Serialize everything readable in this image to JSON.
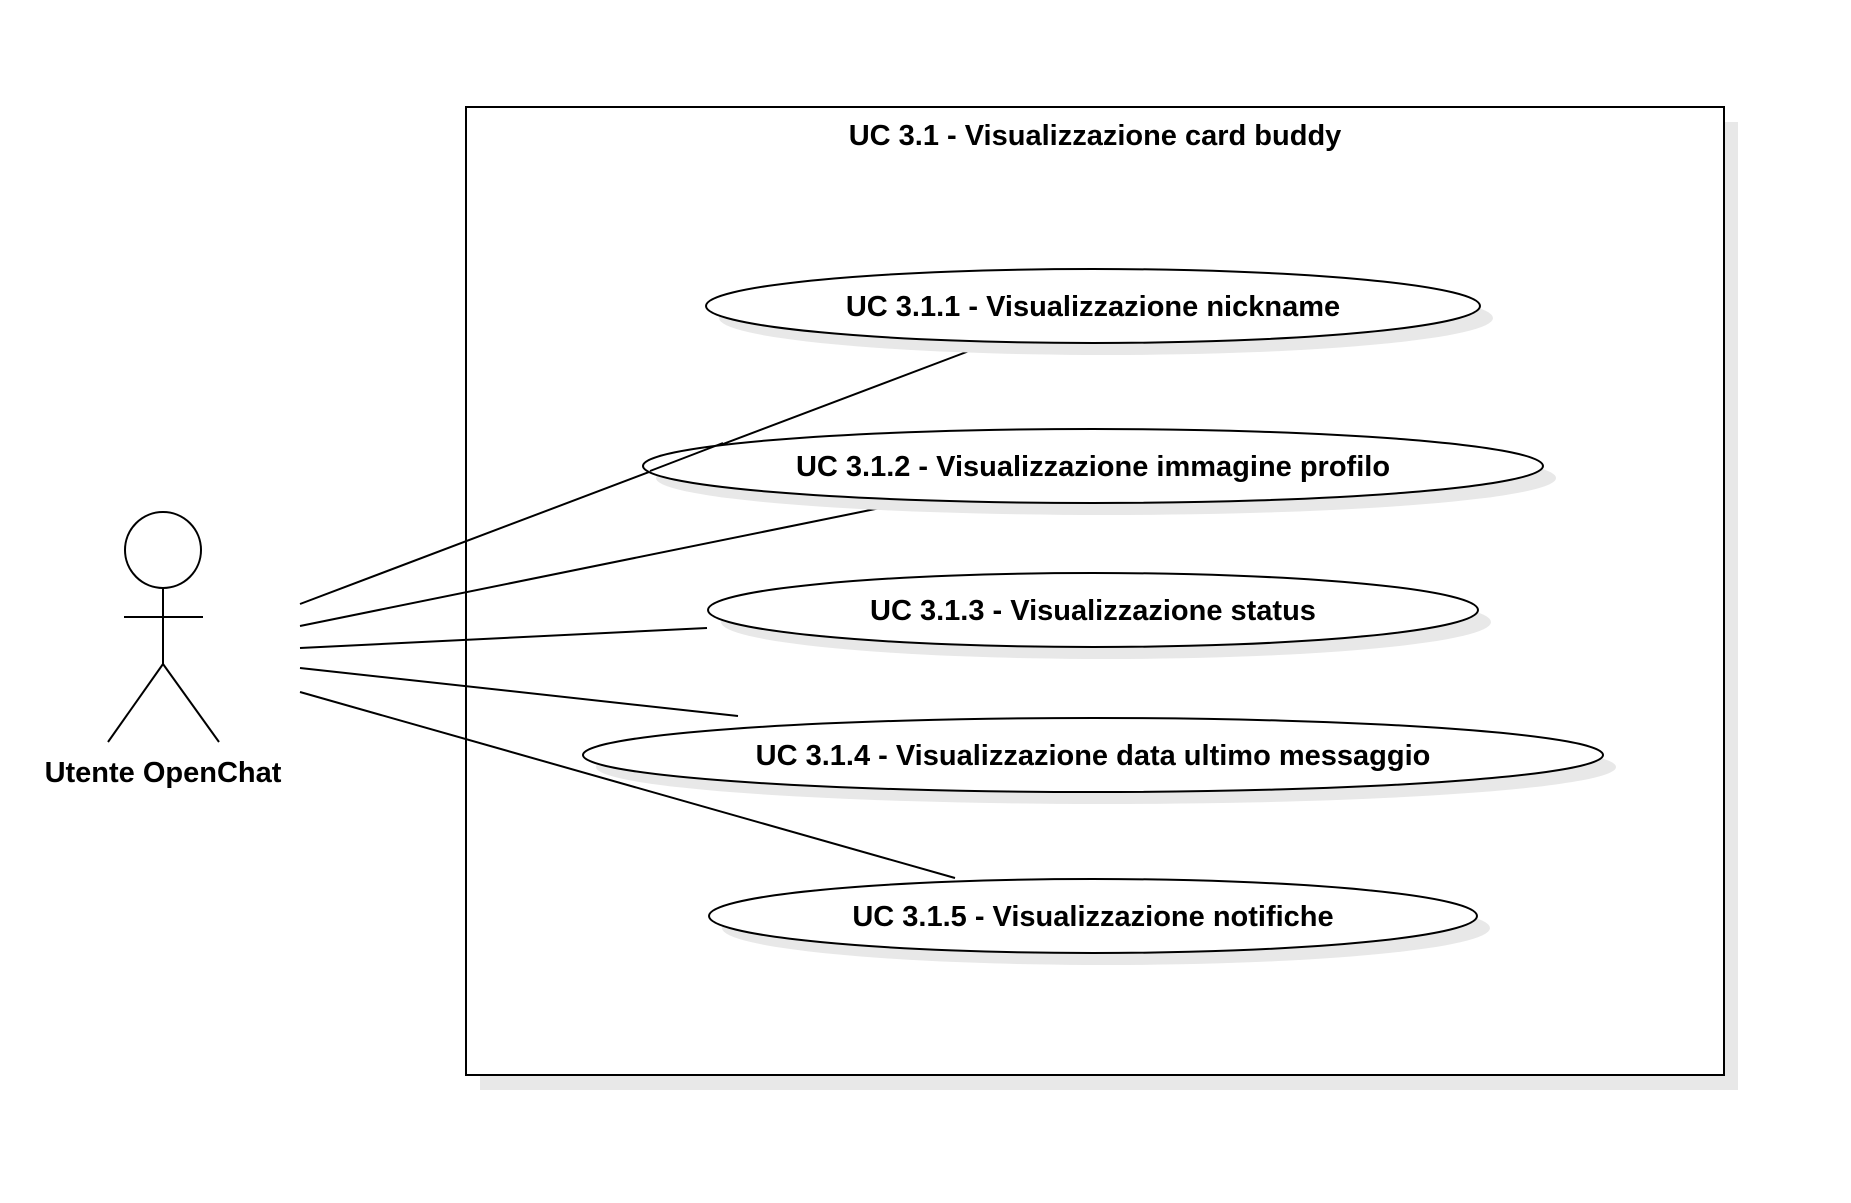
{
  "diagram": {
    "type": "uml-use-case",
    "system": {
      "title": "UC 3.1 - Visualizzazione card buddy"
    },
    "actor": {
      "name": "Utente OpenChat"
    },
    "use_cases": [
      {
        "label": "UC 3.1.1 - Visualizzazione nickname"
      },
      {
        "label": "UC 3.1.2 - Visualizzazione immagine profilo"
      },
      {
        "label": "UC 3.1.3 - Visualizzazione status"
      },
      {
        "label": "UC 3.1.4 - Visualizzazione data ultimo messaggio"
      },
      {
        "label": "UC 3.1.5 - Visualizzazione notifiche"
      }
    ],
    "colors": {
      "stroke": "#000000",
      "fill": "#ffffff",
      "shadow": "#e8e8e8"
    }
  }
}
